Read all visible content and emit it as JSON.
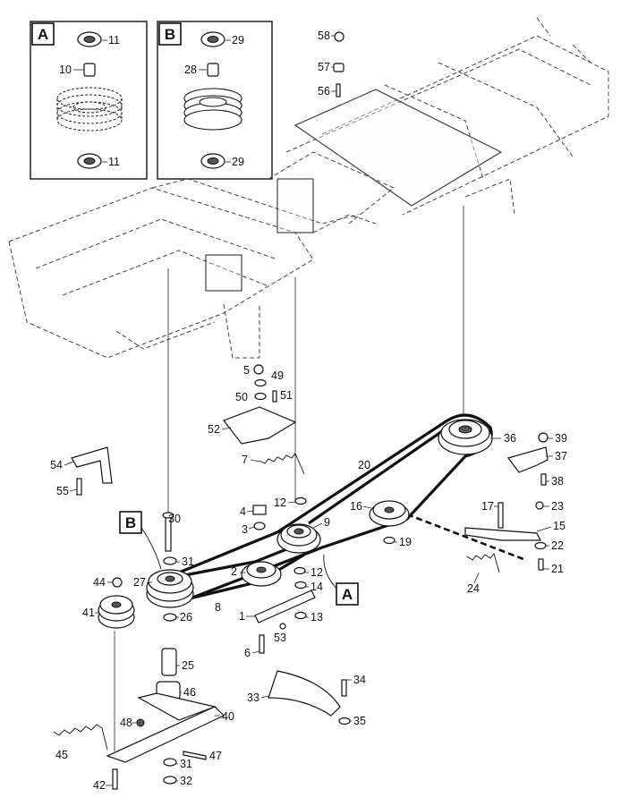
{
  "insets": [
    {
      "tag": "A",
      "labels": [
        "11",
        "10",
        "11"
      ]
    },
    {
      "tag": "B",
      "labels": [
        "29",
        "28",
        "29"
      ]
    }
  ],
  "callout_tags": [
    "A",
    "B"
  ],
  "part_numbers": {
    "p1": "1",
    "p2": "2",
    "p3": "3",
    "p4": "4",
    "p5": "5",
    "p6": "6",
    "p7": "7",
    "p8": "8",
    "p9": "9",
    "p12a": "12",
    "p12b": "12",
    "p13": "13",
    "p14": "14",
    "p15": "15",
    "p16": "16",
    "p17": "17",
    "p19": "19",
    "p20": "20",
    "p21": "21",
    "p22": "22",
    "p23": "23",
    "p24": "24",
    "p25": "25",
    "p26": "26",
    "p27": "27",
    "p30": "30",
    "p31a": "31",
    "p31b": "31",
    "p32": "32",
    "p33": "33",
    "p34": "34",
    "p35": "35",
    "p36": "36",
    "p37": "37",
    "p38": "38",
    "p39": "39",
    "p40": "40",
    "p41": "41",
    "p42": "42",
    "p44": "44",
    "p45": "45",
    "p46": "46",
    "p47": "47",
    "p48": "48",
    "p49": "49",
    "p50": "50",
    "p51": "51",
    "p52": "52",
    "p53": "53",
    "p54": "54",
    "p55": "55",
    "p56": "56",
    "p57": "57",
    "p58": "58"
  }
}
